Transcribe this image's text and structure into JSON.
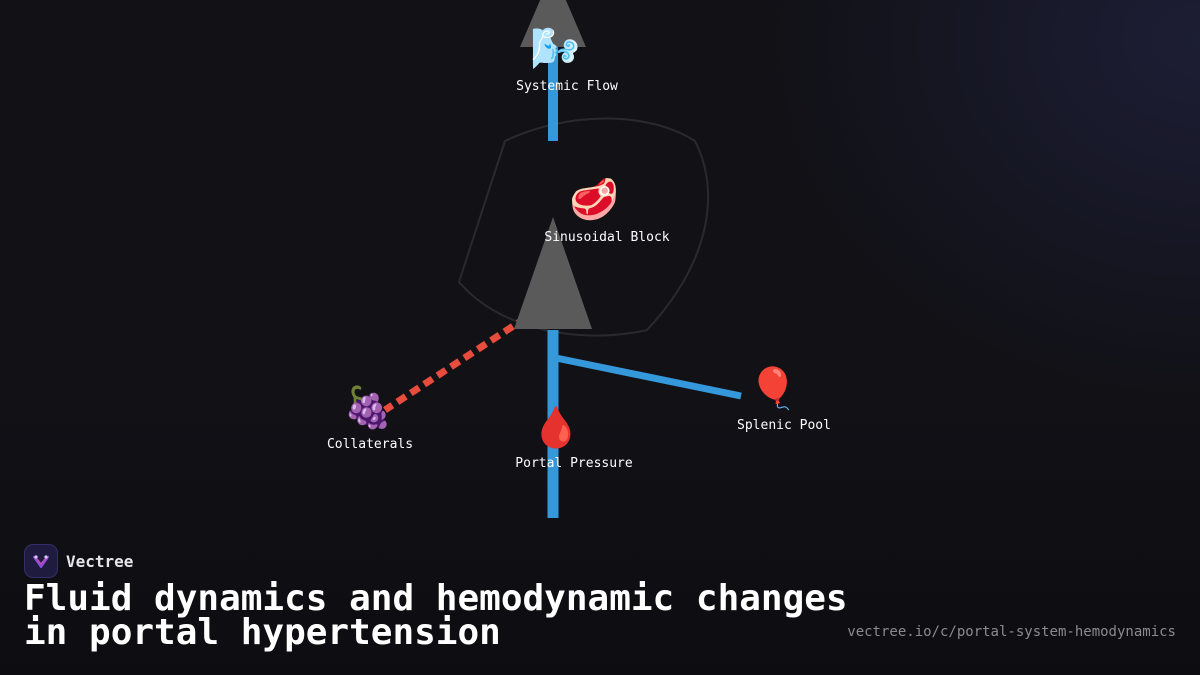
{
  "brand": {
    "name": "Vectree"
  },
  "title": "Fluid dynamics and hemodynamic changes in portal hypertension",
  "url": "vectree.io/c/portal-system-hemodynamics",
  "colors": {
    "flow": "#3498db",
    "collateral": "#e74c3c",
    "arrow": "#5a5a5a",
    "outline": "#2a2a2e"
  },
  "nodes": [
    {
      "id": "systemic",
      "icon": "dashing-away-icon",
      "emoji": "🌬️",
      "label": "Systemic Flow"
    },
    {
      "id": "sinusoidal",
      "icon": "meat-icon",
      "emoji": "🥩",
      "label": "Sinusoidal Block"
    },
    {
      "id": "collaterals",
      "icon": "grapes-icon",
      "emoji": "🍇",
      "label": "Collaterals"
    },
    {
      "id": "portal",
      "icon": "drop-of-blood-icon",
      "emoji": "🩸",
      "label": "Portal Pressure"
    },
    {
      "id": "splenic",
      "icon": "balloon-icon",
      "emoji": "🎈",
      "label": "Splenic Pool"
    }
  ]
}
